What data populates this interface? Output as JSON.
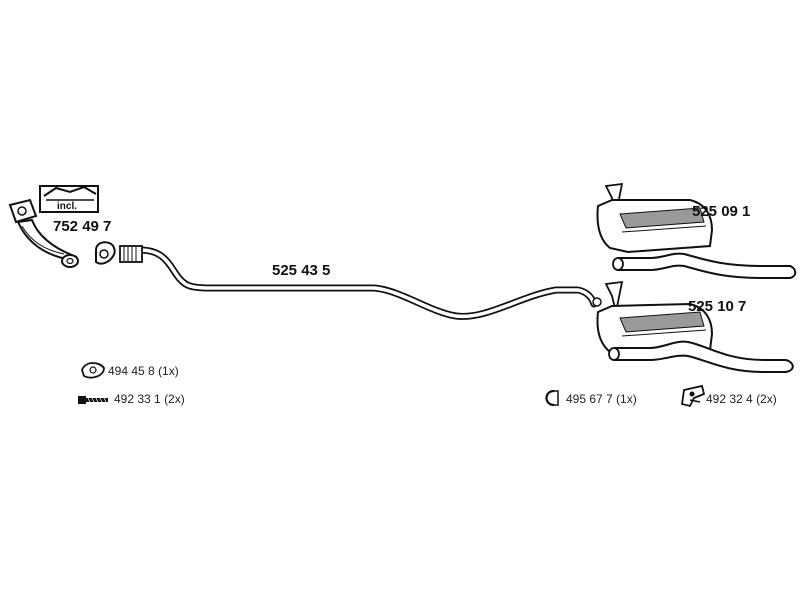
{
  "parts": {
    "catalytic_converter": {
      "number": "752 49 7",
      "incl_label": "incl."
    },
    "middle_pipe": {
      "number": "525 43 5"
    },
    "rear_silencer_upper": {
      "number": "525 09 1"
    },
    "rear_silencer_lower": {
      "number": "525 10 7"
    }
  },
  "hardware": [
    {
      "id": "gasket",
      "number": "494 45 8",
      "qty": "(1x)",
      "icon": "gasket-icon"
    },
    {
      "id": "bolt",
      "number": "492 33 1",
      "qty": "(2x)",
      "icon": "bolt-icon"
    },
    {
      "id": "clamp",
      "number": "495 67 7",
      "qty": "(1x)",
      "icon": "clamp-icon"
    },
    {
      "id": "mounting-kit",
      "number": "492 32 4",
      "qty": "(2x)",
      "icon": "mounting-kit-icon"
    }
  ],
  "colors": {
    "line": "#111111",
    "fill": "#ffffff",
    "shade": "#9a9a9a"
  }
}
